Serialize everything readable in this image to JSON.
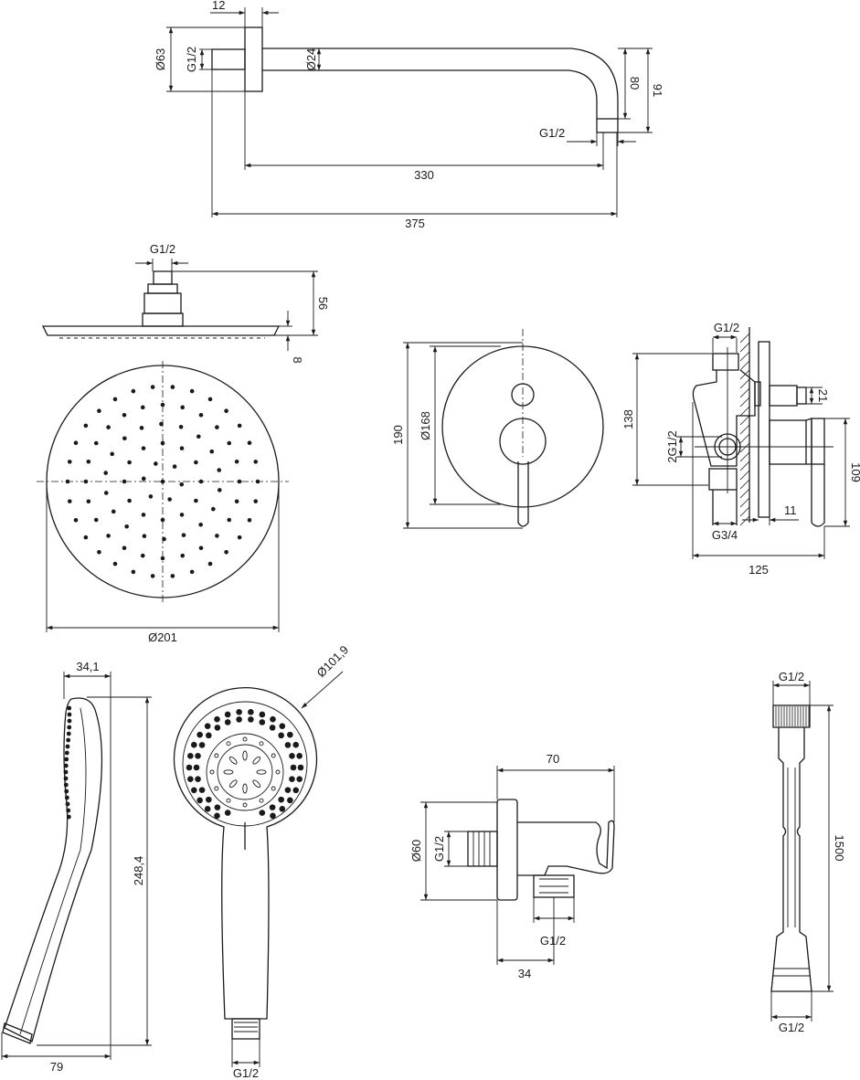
{
  "shower_arm": {
    "flange_thickness": "12",
    "flange_diameter": "Ø63",
    "wall_thread": "G1/2",
    "pipe_diameter": "Ø24",
    "drop_80": "80",
    "drop_91": "91",
    "outlet_thread": "G1/2",
    "reach_330": "330",
    "reach_375": "375"
  },
  "rain_head": {
    "inlet_thread": "G1/2",
    "height": "56",
    "plate_thickness": "8",
    "diameter": "Ø201"
  },
  "mixer_front": {
    "plate_diameter": "Ø168",
    "height": "190"
  },
  "mixer_side": {
    "top_thread": "G1/2",
    "height": "138",
    "spindle": "21",
    "outlet_threads": "2G1/2",
    "lever_height": "109",
    "plate_gap": "11",
    "bottom_thread": "G3/4",
    "depth": "125"
  },
  "hand_shower": {
    "depth": "34,1",
    "length": "248,4",
    "width": "79",
    "head_diameter": "Ø101,9",
    "thread": "G1/2"
  },
  "wall_elbow": {
    "length": "70",
    "diameter": "Ø60",
    "inlet_thread": "G1/2",
    "outlet_thread": "G1/2",
    "offset": "34"
  },
  "hose": {
    "top_thread": "G1/2",
    "length": "1500",
    "bottom_thread": "G1/2"
  }
}
